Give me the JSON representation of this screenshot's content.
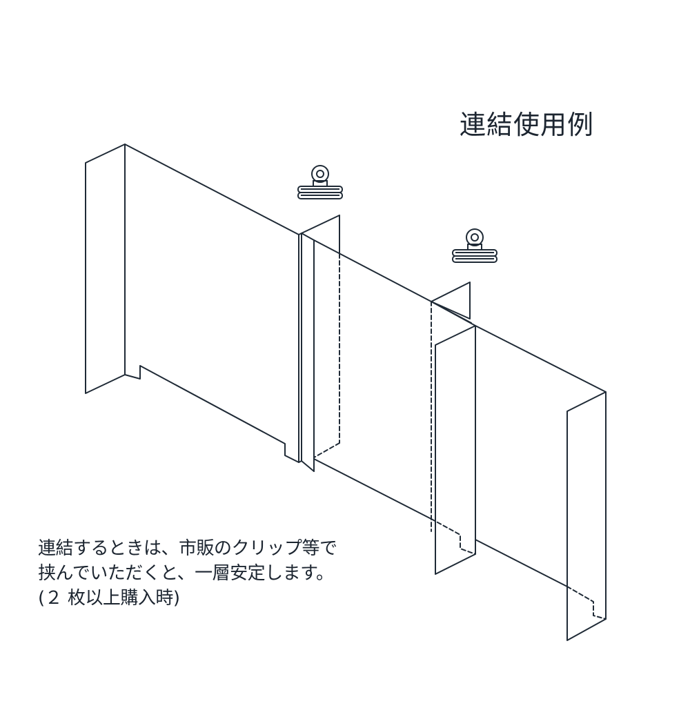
{
  "diagram": {
    "title": "連結使用例",
    "caption": [
      "連結するときは、市販のクリップ等で",
      "挟んでいただくと、一層安定します。",
      "(２ 枚以上購入時)"
    ],
    "colors": {
      "line": "#1f2a36",
      "background": "#ffffff",
      "text": "#1c2530"
    },
    "icons": [
      "clip-icon",
      "clip-icon"
    ]
  }
}
